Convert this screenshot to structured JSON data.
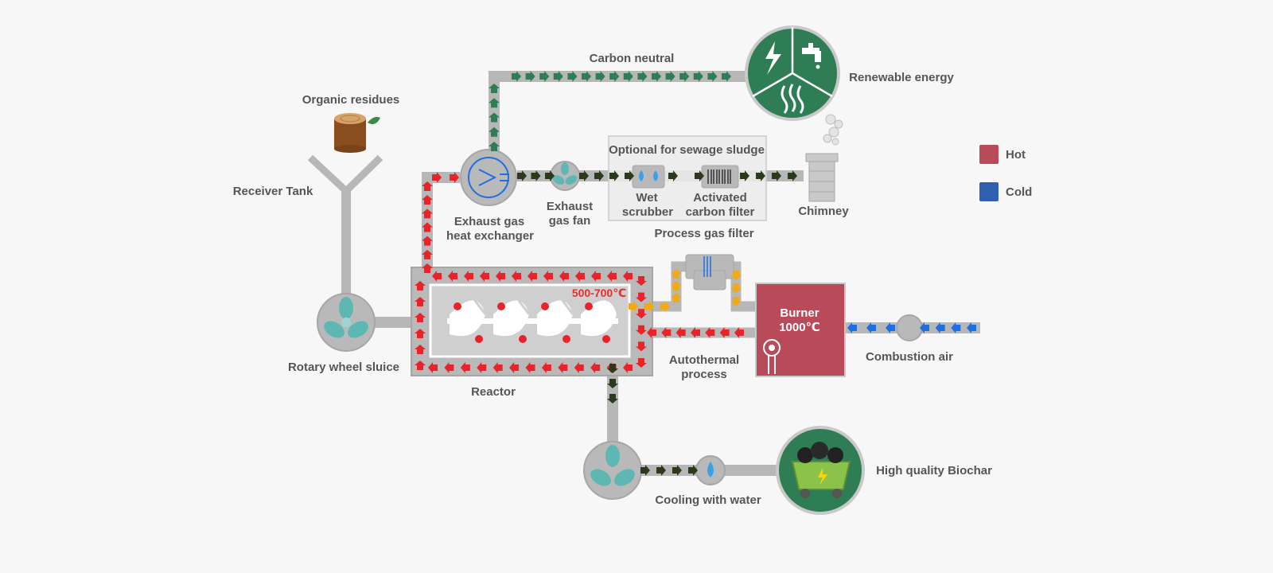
{
  "labels": {
    "organic_residues": "Organic residues",
    "receiver_tank": "Receiver Tank",
    "carbon_neutral": "Carbon neutral",
    "renewable_energy": "Renewable energy",
    "optional_sludge": "Optional for sewage sludge",
    "exhaust_hx_line1": "Exhaust gas",
    "exhaust_hx_line2": "heat exchanger",
    "exhaust_fan_line1": "Exhaust",
    "exhaust_fan_line2": "gas fan",
    "wet_scrubber_line1": "Wet",
    "wet_scrubber_line2": "scrubber",
    "carbon_filter_line1": "Activated",
    "carbon_filter_line2": "carbon filter",
    "chimney": "Chimney",
    "process_gas_filter": "Process gas filter",
    "reactor_temp": "500-700℃",
    "burner_line1": "Burner",
    "burner_line2": "1000℃",
    "rotary_wheel_sluice": "Rotary wheel sluice",
    "autothermal_line1": "Autothermal",
    "autothermal_line2": "process",
    "combustion_air": "Combustion air",
    "reactor": "Reactor",
    "cooling_with_water": "Cooling with water",
    "high_quality_biochar": "High quality Biochar"
  },
  "legend": {
    "hot": "Hot",
    "cold": "Cold"
  },
  "colors": {
    "hot": "#b94a5a",
    "cold": "#2f5fae",
    "hot_flow": "#e8232a",
    "cold_flow": "#1f6fe0",
    "exhaust_flow": "#2b3a1d",
    "green_flow": "#2e7d55",
    "gas_flow": "#f2a916",
    "energy_green": "#2e7d55",
    "pipe": "#b7b7b7"
  },
  "icons": {
    "energy_badge": [
      "lightning-icon",
      "water-tap-icon",
      "heat-waves-icon"
    ],
    "chimney_smoke": "smoke-icon",
    "log": "tree-stump-icon",
    "biochar": "biochar-cart-icon"
  }
}
